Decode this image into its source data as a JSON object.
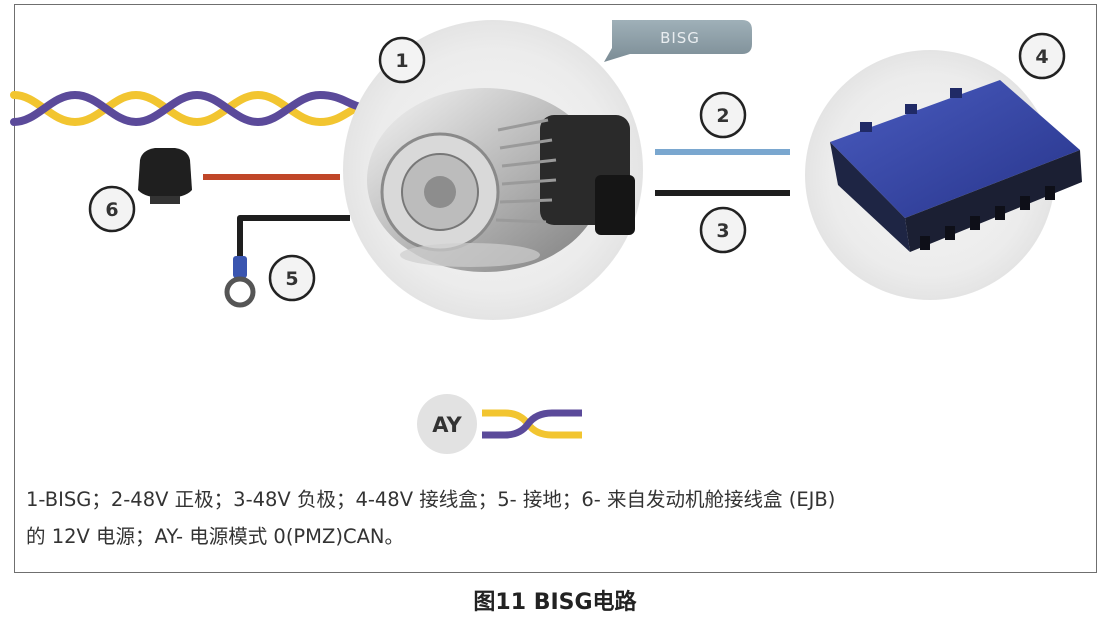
{
  "diagram": {
    "bisg_tag": "BISG",
    "callouts": {
      "c1": "1",
      "c2": "2",
      "c3": "3",
      "c4": "4",
      "c5": "5",
      "c6": "6"
    },
    "ay_badge": "AY",
    "colors": {
      "twisted_yellow": "#f2c530",
      "twisted_purple": "#5b4a9a",
      "wire_red": "#c04628",
      "wire_blue": "#7aa7cf",
      "wire_black": "#1e1e1e",
      "junction_box_blue": "#2f3f9a"
    }
  },
  "caption": {
    "line1": "1-BISG；2-48V 正极；3-48V 负极；4-48V 接线盒；5- 接地；6- 来自发动机舱接线盒 (EJB)",
    "line2": "的 12V 电源；AY- 电源模式 0(PMZ)CAN。"
  },
  "figure_title": "图11 BISG电路"
}
